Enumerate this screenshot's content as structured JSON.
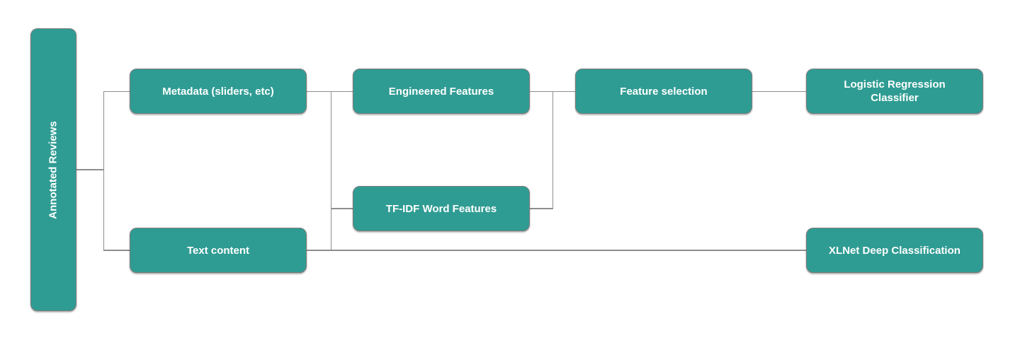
{
  "diagram": {
    "background_color": "#ffffff",
    "node_fill_color": "#2f9c93",
    "node_border_color": "#7b7b7b",
    "node_text_color": "#ffffff",
    "connector_color": "#8e8e8e",
    "nodes": {
      "annotated_reviews": {
        "label": "Annotated Reviews"
      },
      "metadata": {
        "label": "Metadata (sliders, etc)"
      },
      "text_content": {
        "label": "Text content"
      },
      "engineered_features": {
        "label": "Engineered Features"
      },
      "tfidf_word_features": {
        "label": "TF-IDF Word Features"
      },
      "feature_selection": {
        "label": "Feature selection"
      },
      "logistic_regression_classifier": {
        "label": "Logistic Regression Classifier"
      },
      "xlnet_deep_classification": {
        "label": "XLNet Deep Classification"
      }
    },
    "edges": [
      {
        "from": "Annotated Reviews",
        "to": "Metadata (sliders, etc)"
      },
      {
        "from": "Annotated Reviews",
        "to": "Text content"
      },
      {
        "from": "Metadata (sliders, etc)",
        "to": "Engineered Features"
      },
      {
        "from": "Metadata (sliders, etc)",
        "to": "TF-IDF Word Features"
      },
      {
        "from": "Text content",
        "to": "Engineered Features"
      },
      {
        "from": "Text content",
        "to": "TF-IDF Word Features"
      },
      {
        "from": "Engineered Features",
        "to": "Feature selection"
      },
      {
        "from": "TF-IDF Word Features",
        "to": "Feature selection"
      },
      {
        "from": "Feature selection",
        "to": "Logistic Regression Classifier"
      },
      {
        "from": "Text content",
        "to": "XLNet Deep Classification"
      }
    ]
  }
}
